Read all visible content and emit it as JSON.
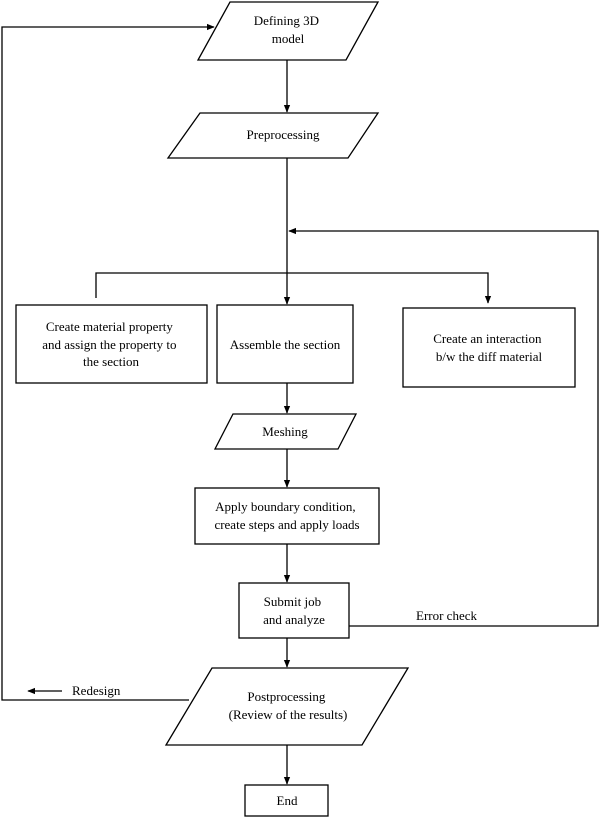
{
  "nodes": {
    "defining": {
      "lines": [
        "Defining 3D",
        "model"
      ]
    },
    "preprocessing": {
      "lines": [
        "Preprocessing"
      ]
    },
    "material": {
      "lines": [
        "Create material property",
        "and assign the property to",
        "the section"
      ]
    },
    "assemble": {
      "lines": [
        "Assemble the section"
      ]
    },
    "interaction": {
      "lines": [
        "Create an interaction",
        "b/w the diff material"
      ]
    },
    "meshing": {
      "lines": [
        "Meshing"
      ]
    },
    "boundary": {
      "lines": [
        "Apply boundary condition,",
        "create steps and apply loads"
      ]
    },
    "submit": {
      "lines": [
        "Submit job",
        "and analyze"
      ]
    },
    "postprocessing": {
      "lines": [
        "Postprocessing",
        "(Review of the results)"
      ]
    },
    "end": {
      "lines": [
        "End"
      ]
    }
  },
  "edge_labels": {
    "error_check": "Error check",
    "redesign": "Redesign"
  }
}
